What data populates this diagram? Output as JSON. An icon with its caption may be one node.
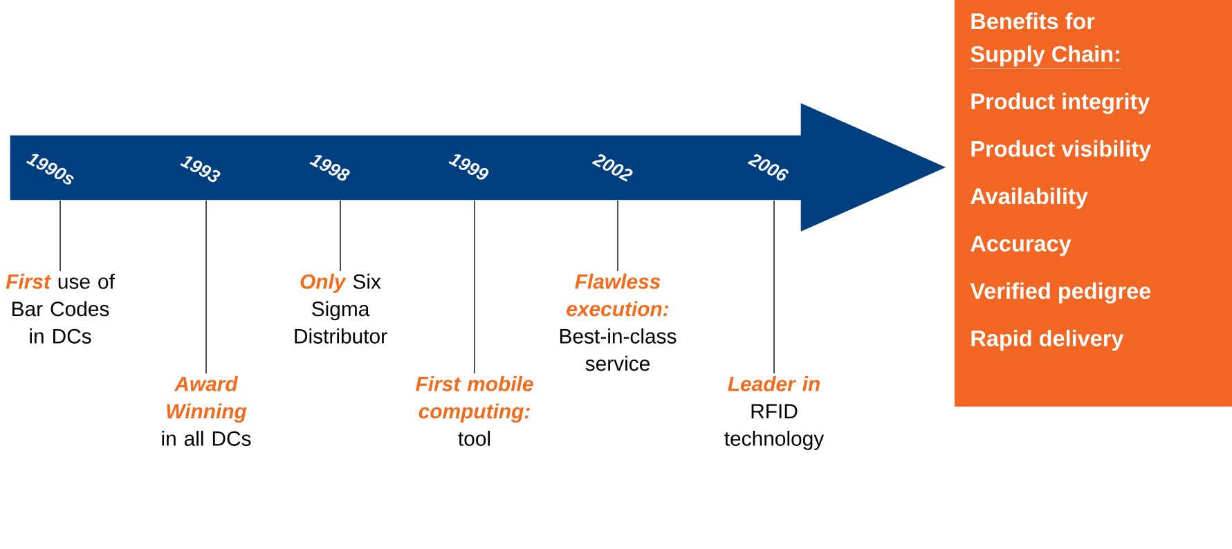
{
  "diagram": {
    "nodes": [
      {
        "text": [
          "1990s",
          "1993",
          "1998",
          "1999",
          "2002",
          "2006"
        ]
      },
      {
        "text": [
          "First",
          "use of Bar Codes in DCs"
        ]
      },
      {
        "text": [
          "Award Winning",
          "in all DCs"
        ]
      },
      {
        "text": [
          "Only",
          "Six Sigma Distributor"
        ]
      },
      {
        "text": [
          "First mobile computing:",
          "tool"
        ]
      },
      {
        "text": [
          "Flawless execution:",
          "Best-in-class service"
        ]
      },
      {
        "text": [
          "Leader in",
          "RFID technology"
        ]
      },
      {
        "text": [
          "Benefits for",
          "Supply Chain:",
          "Product integrity",
          "Product visibility",
          "Availability",
          "Accuracy",
          "Verified pedigree",
          "Rapid delivery"
        ]
      }
    ],
    "edges": [
      {
        "from": 0,
        "to": 1,
        "arrow": "none"
      },
      {
        "from": 0,
        "to": 2,
        "arrow": "none"
      },
      {
        "from": 0,
        "to": 3,
        "arrow": "none"
      },
      {
        "from": 0,
        "to": 4,
        "arrow": "none"
      },
      {
        "from": 0,
        "to": 5,
        "arrow": "none"
      },
      {
        "from": 0,
        "to": 6,
        "arrow": "none"
      }
    ]
  }
}
